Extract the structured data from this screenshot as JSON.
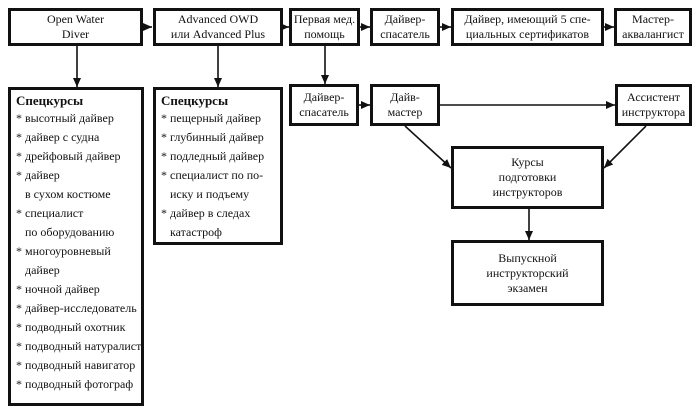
{
  "nodes": {
    "owd": [
      "Open Water",
      "Diver"
    ],
    "aowd": [
      "Advanced OWD",
      "или Advanced Plus"
    ],
    "first_aid": [
      "Первая мед.",
      "помощь"
    ],
    "rescue_top": [
      "Дайвер-",
      "спасатель"
    ],
    "five_spec": [
      "Дайвер, имеющий 5 спе-",
      "циальных сертификатов"
    ],
    "master_aqua": [
      "Мастер-",
      "аквалангист"
    ],
    "rescue_mid": [
      "Дайвер-",
      "спасатель"
    ],
    "divemaster": [
      "Дайв-",
      "мастер"
    ],
    "assistant": [
      "Ассистент",
      "инструктора"
    ],
    "idc": [
      "Курсы",
      "подготовки",
      "инструкторов"
    ],
    "exam": [
      "Выпускной",
      "инструкторский",
      "экзамен"
    ]
  },
  "spec_left": {
    "title": "Спецкурсы",
    "bullet": "*",
    "items": [
      [
        "высотный дайвер"
      ],
      [
        "дайвер с судна"
      ],
      [
        "дрейфовый дайвер"
      ],
      [
        "дайвер",
        "в сухом костюме"
      ],
      [
        "специалист",
        "по оборудованию"
      ],
      [
        "многоуровневый",
        "дайвер"
      ],
      [
        "ночной дайвер"
      ],
      [
        "дайвер-исследователь"
      ],
      [
        "подводный охотник"
      ],
      [
        "подводный натуралист"
      ],
      [
        "подводный навигатор"
      ],
      [
        "подводный фотограф"
      ]
    ]
  },
  "spec_mid": {
    "title": "Спецкурсы",
    "bullet": "*",
    "items": [
      [
        "пещерный дайвер"
      ],
      [
        "глубинный дайвер"
      ],
      [
        "подледный дайвер"
      ],
      [
        "специалист по по-",
        "иску и подъему"
      ],
      [
        "дайвер в следах",
        "катастроф"
      ]
    ]
  }
}
